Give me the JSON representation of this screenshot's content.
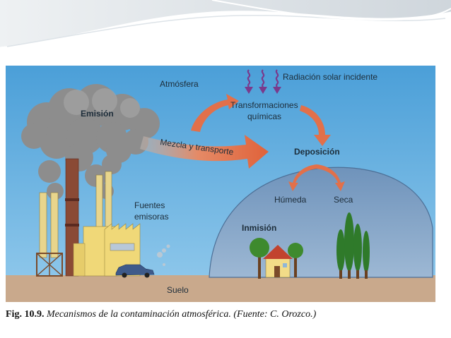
{
  "figure": {
    "labels": {
      "atmosphere": "Atmósfera",
      "solar_radiation": "Radiación solar incidente",
      "chemical_transformations_1": "Transformaciones",
      "chemical_transformations_2": "químicas",
      "emission": "Emisión",
      "mixing_transport": "Mezcla y transporte",
      "deposition": "Deposición",
      "wet": "Húmeda",
      "dry": "Seca",
      "sources_1": "Fuentes",
      "sources_2": "emisoras",
      "immission": "Inmisión",
      "ground": "Suelo"
    },
    "colors": {
      "sky": "#5aa9dc",
      "ground": "#c9a98c",
      "dome": "#7d9fc3",
      "arrow": "#e2704a",
      "smoke": "#8b8b8b",
      "radiation": "#7a3a8c"
    }
  },
  "caption": {
    "number": "Fig. 10.9.",
    "text": "Mecanismos de la contaminación atmosférica. (Fuente: C. Orozco.)"
  }
}
